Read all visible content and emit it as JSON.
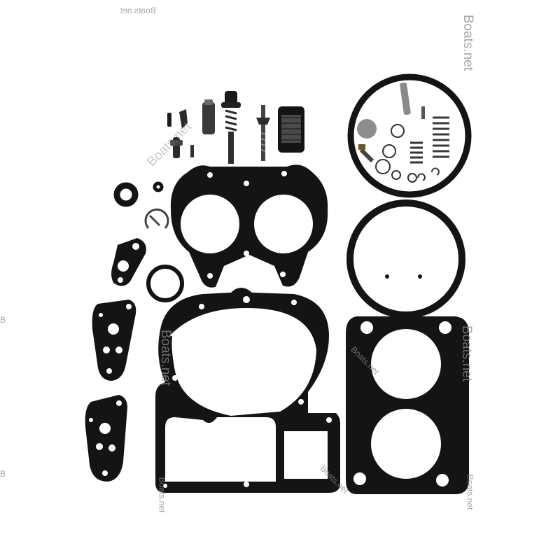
{
  "image": {
    "subject": "marine carburetor rebuild kit: gaskets, o-rings, needle and seat, float, fuel filter and small hardware",
    "colors": {
      "background": "#ffffff",
      "gasket": "#141414",
      "metal": "#7a7a7a",
      "watermark": "#8a8a8a"
    }
  },
  "watermark": {
    "text": "Boats.net",
    "mirrored_text": "Boats.net",
    "edge_fragment": "B"
  }
}
